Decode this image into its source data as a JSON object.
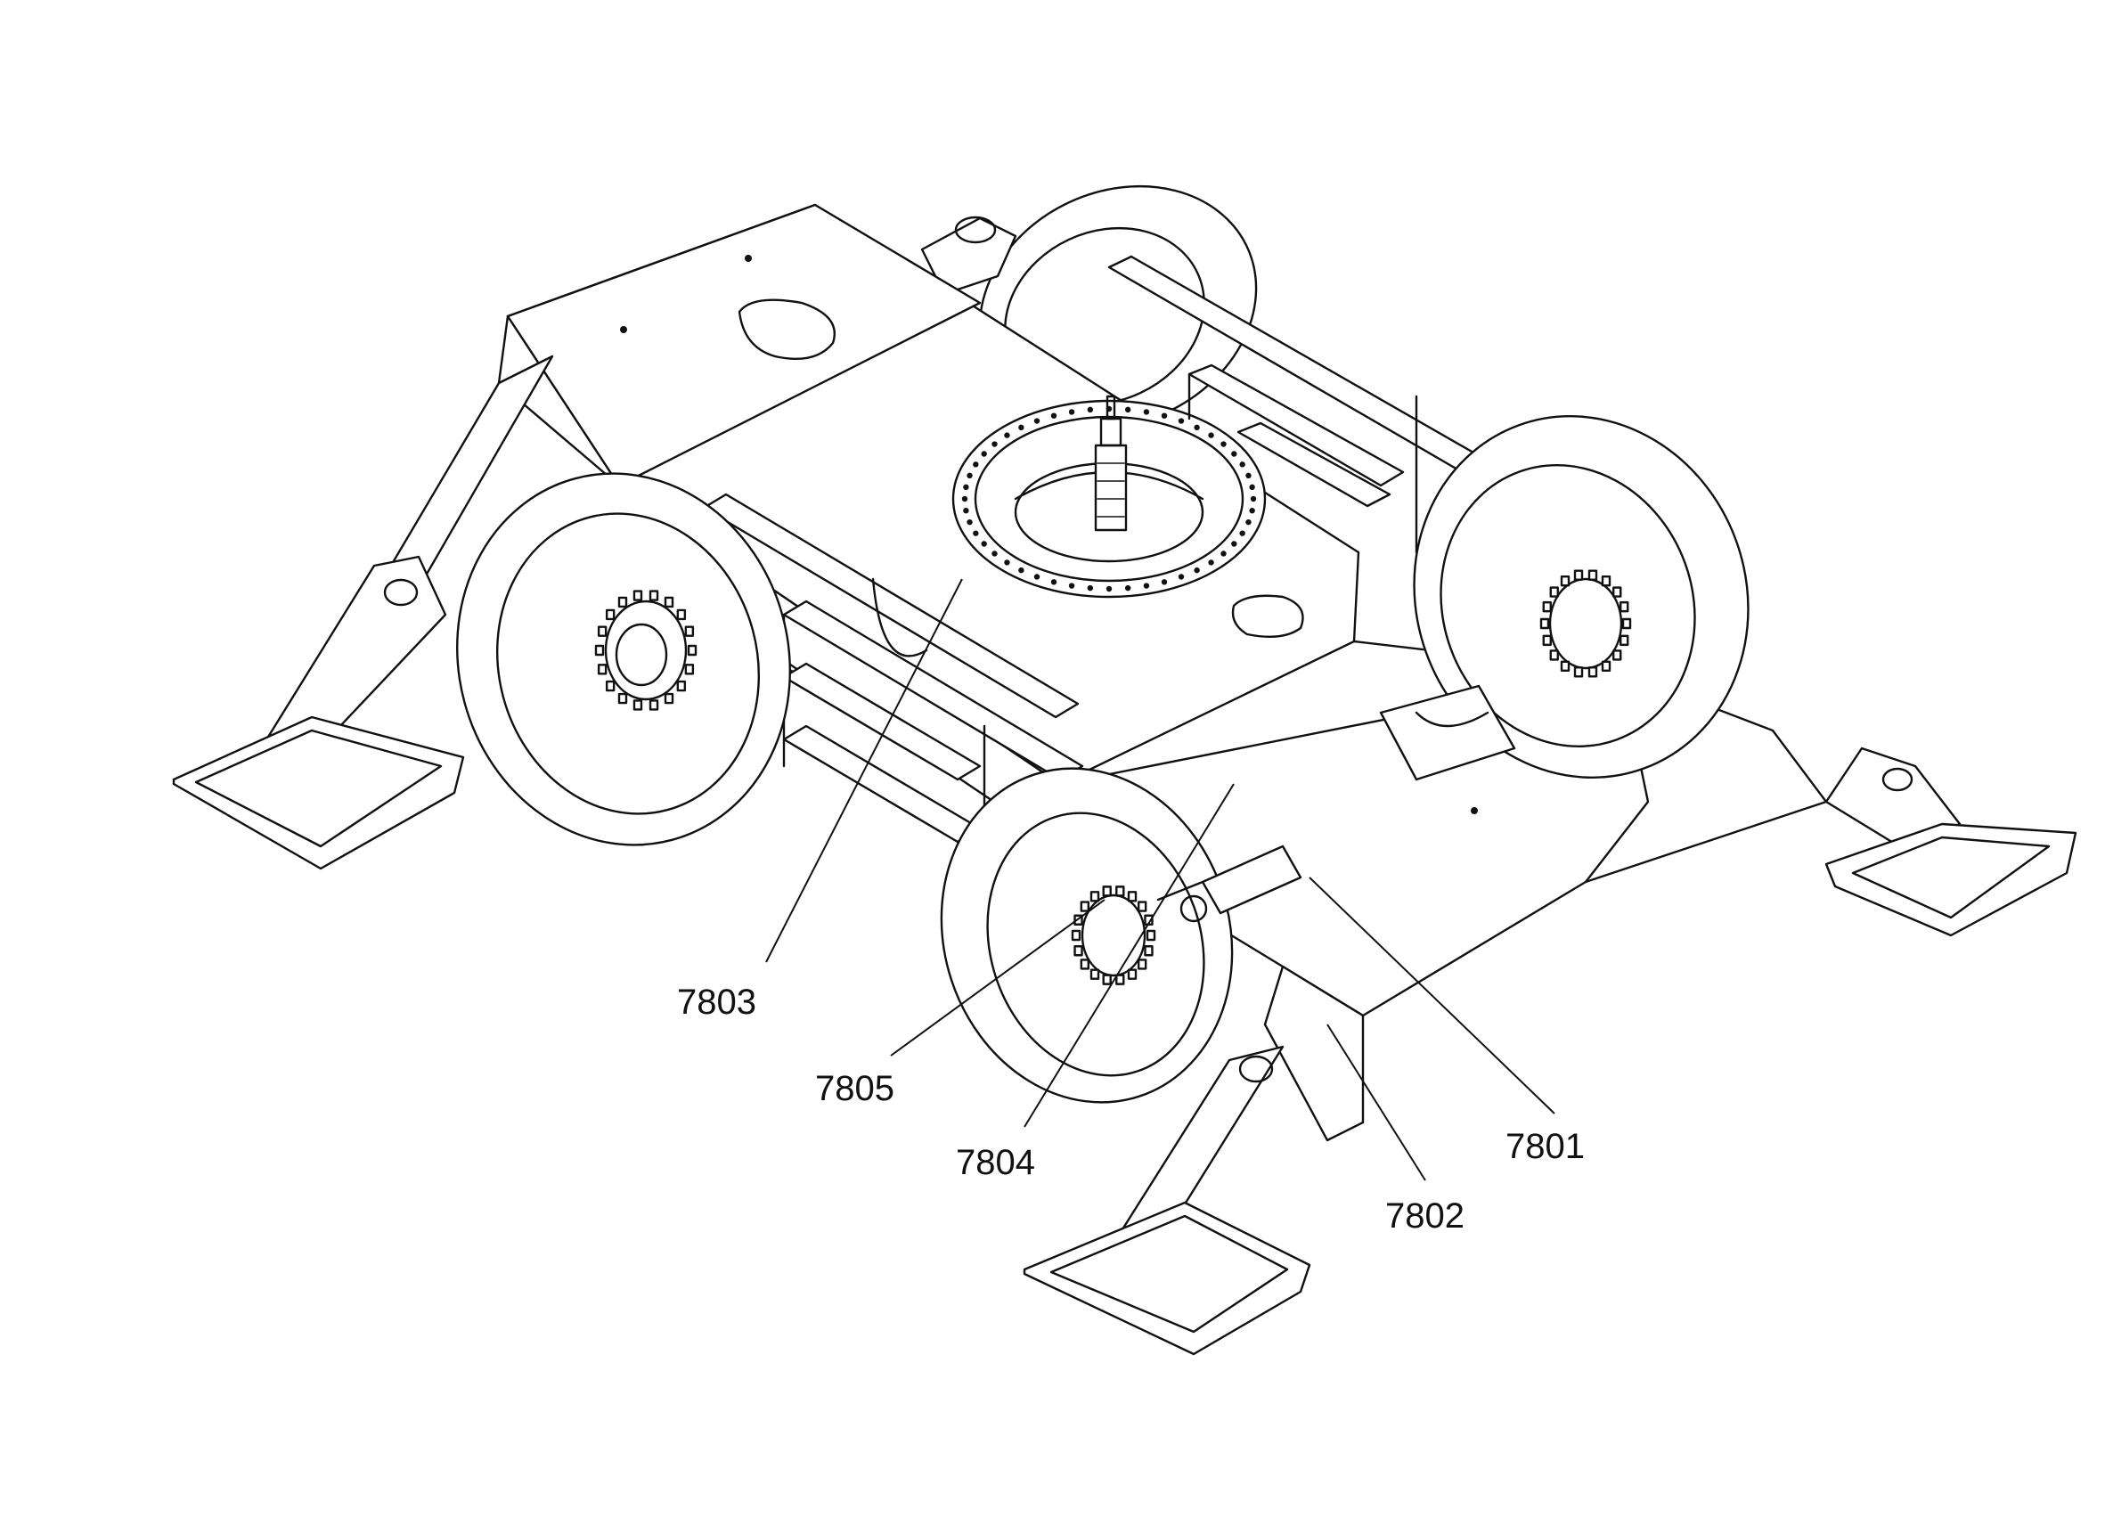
{
  "figure": {
    "subject": "mobile crane carrier chassis with outrigger pads",
    "callouts": [
      {
        "id": "c7803",
        "label": "7803"
      },
      {
        "id": "c7805",
        "label": "7805"
      },
      {
        "id": "c7804",
        "label": "7804"
      },
      {
        "id": "c7801",
        "label": "7801"
      },
      {
        "id": "c7802",
        "label": "7802"
      }
    ]
  }
}
